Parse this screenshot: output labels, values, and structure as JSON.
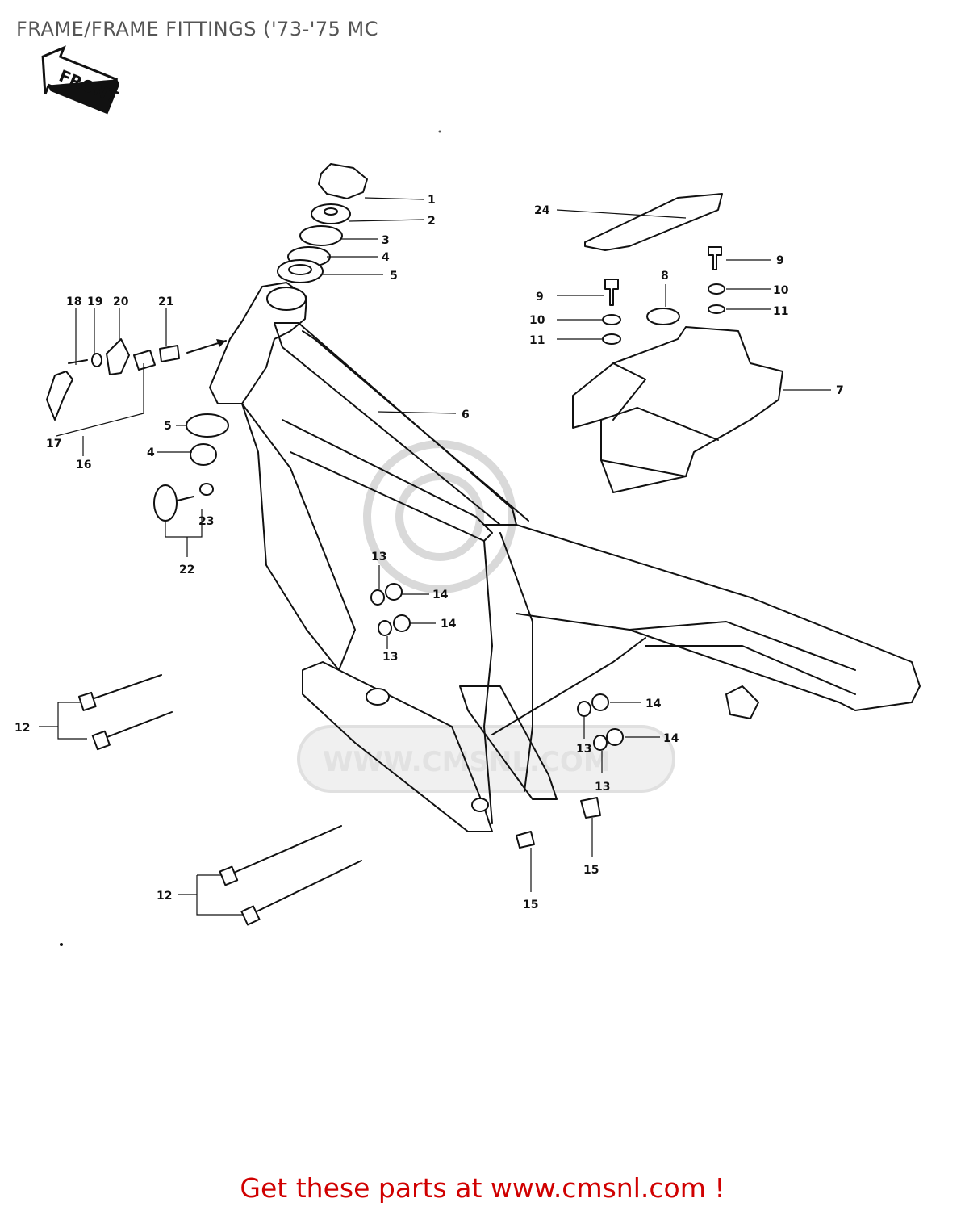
{
  "title": "FRAME/FRAME FITTINGS ('73-'75 MC",
  "front_arrow": {
    "label": "FRONT"
  },
  "watermark": {
    "text": "WWW.CMSNL.COM"
  },
  "footer": {
    "text": "Get these parts at www.cmsnl.com !"
  },
  "callouts": {
    "c1": "1",
    "c2": "2",
    "c3": "3",
    "c4a": "4",
    "c5a": "5",
    "c6": "6",
    "c7": "7",
    "c8": "8",
    "c9a": "9",
    "c9b": "9",
    "c10a": "10",
    "c10b": "10",
    "c11a": "11",
    "c11b": "11",
    "c24": "24",
    "c18": "18",
    "c19": "19",
    "c20": "20",
    "c21": "21",
    "c17": "17",
    "c16": "16",
    "c5b": "5",
    "c4b": "4",
    "c22": "22",
    "c23": "23",
    "c13a": "13",
    "c14a": "14",
    "c14b": "14",
    "c13b": "13",
    "c14c": "14",
    "c13c": "13",
    "c14d": "14",
    "c13d": "13",
    "c12a": "12",
    "c12b": "12",
    "c15a": "15",
    "c15b": "15"
  },
  "colors": {
    "title": "#555555",
    "footer": "#d00000",
    "linework": "#111111",
    "watermark": "#d9d9d9"
  }
}
